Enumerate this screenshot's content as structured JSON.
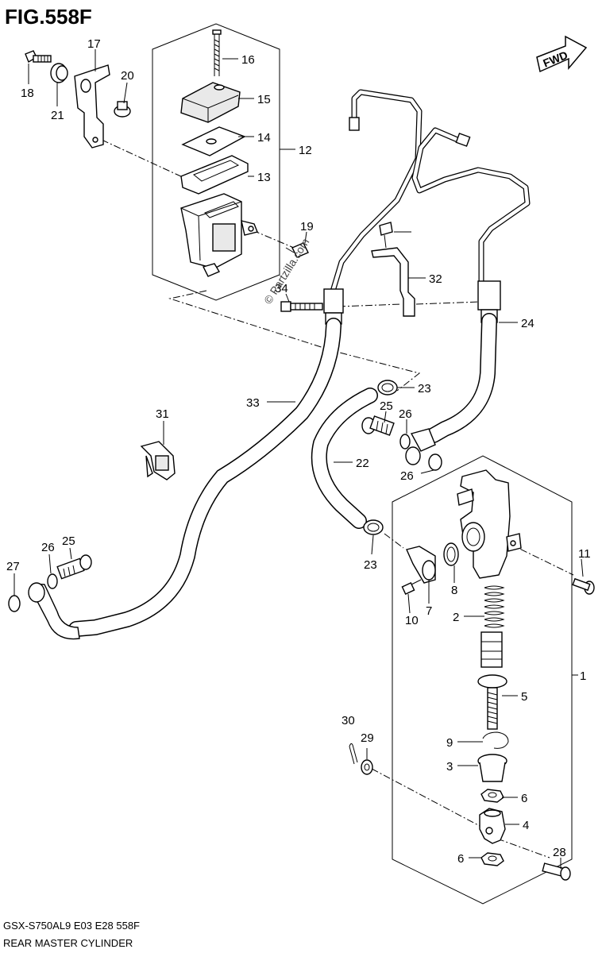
{
  "figure": {
    "title": "FIG.558F",
    "model_code": "GSX-S750AL9 E03 E28 558F",
    "caption": "REAR MASTER CYLINDER",
    "watermark": "© Partzilla.com",
    "direction_label": "FWD"
  },
  "callouts": [
    "1",
    "2",
    "3",
    "4",
    "5",
    "6",
    "6",
    "7",
    "8",
    "9",
    "10",
    "11",
    "12",
    "13",
    "14",
    "15",
    "16",
    "17",
    "18",
    "19",
    "20",
    "21",
    "22",
    "23",
    "23",
    "24",
    "25",
    "25",
    "26",
    "26",
    "26",
    "27",
    "28",
    "29",
    "30",
    "31",
    "32",
    "33",
    "34"
  ]
}
